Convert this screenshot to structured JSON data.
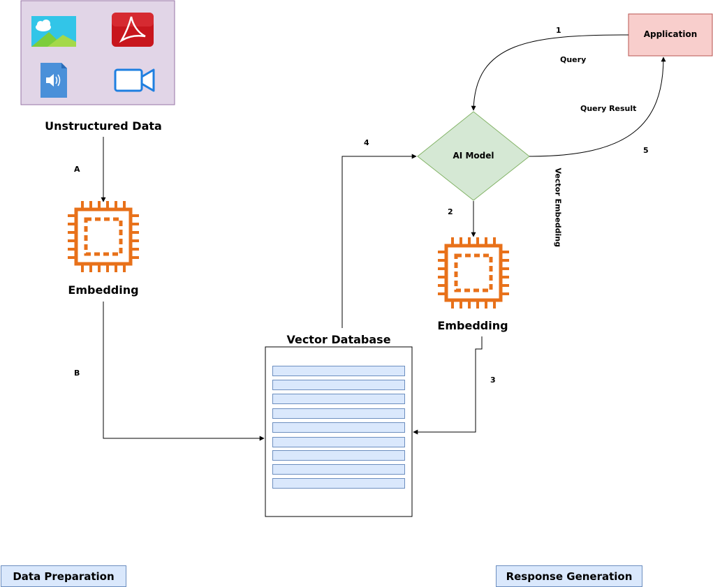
{
  "unstructured_data": {
    "title": "Unstructured Data",
    "icons": [
      "image-icon",
      "pdf-icon",
      "audio-file-icon",
      "video-camera-icon"
    ]
  },
  "embedding_left": {
    "label": "Embedding"
  },
  "embedding_right": {
    "label": "Embedding"
  },
  "vector_database": {
    "label": "Vector Database",
    "rows": 9
  },
  "ai_model": {
    "label": "AI Model"
  },
  "application": {
    "label": "Application"
  },
  "edges": {
    "a": "A",
    "b": "B",
    "one": "1",
    "two": "2",
    "three": "3",
    "four": "4",
    "five": "5",
    "query": "Query",
    "query_result": "Query Result",
    "vector_embedding": "Vector Embedding"
  },
  "footer": {
    "data_preparation": "Data Preparation",
    "response_generation": "Response Generation"
  },
  "colors": {
    "unstructured_bg": "#e1d5e7",
    "unstructured_border": "#9673a6",
    "chip_orange": "#e8711a",
    "ai_model_fill": "#d5e8d4",
    "ai_model_border": "#82b366",
    "application_fill": "#f8cecc",
    "application_border": "#b85450",
    "db_row_fill": "#dae8fc",
    "db_row_border": "#6c8ebf"
  }
}
